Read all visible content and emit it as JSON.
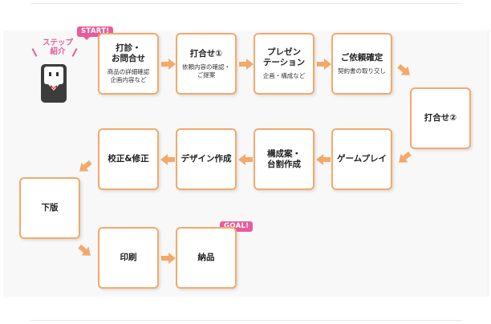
{
  "intro": {
    "label": "ステップ\n紹介"
  },
  "badges": {
    "start": "START!",
    "goal": "GOAL!"
  },
  "steps": [
    {
      "title": "打診・\nお問合せ",
      "sub": "商品の詳細確認\n企画内容など"
    },
    {
      "title": "打合せ①",
      "sub": "依頼内容の確認・\nご提案"
    },
    {
      "title": "プレゼン\nテーション",
      "sub": "企画・構成など"
    },
    {
      "title": "ご依頼確定",
      "sub": "契約書の取り交し"
    },
    {
      "title": "打合せ②",
      "sub": ""
    },
    {
      "title": "ゲームプレイ",
      "sub": ""
    },
    {
      "title": "構成案・\n台割作成",
      "sub": ""
    },
    {
      "title": "デザイン作成",
      "sub": ""
    },
    {
      "title": "校正&修正",
      "sub": ""
    },
    {
      "title": "下版",
      "sub": ""
    },
    {
      "title": "印刷",
      "sub": ""
    },
    {
      "title": "納品",
      "sub": ""
    }
  ],
  "colors": {
    "accent": "#f3a96a",
    "pink": "#e85c9b"
  }
}
